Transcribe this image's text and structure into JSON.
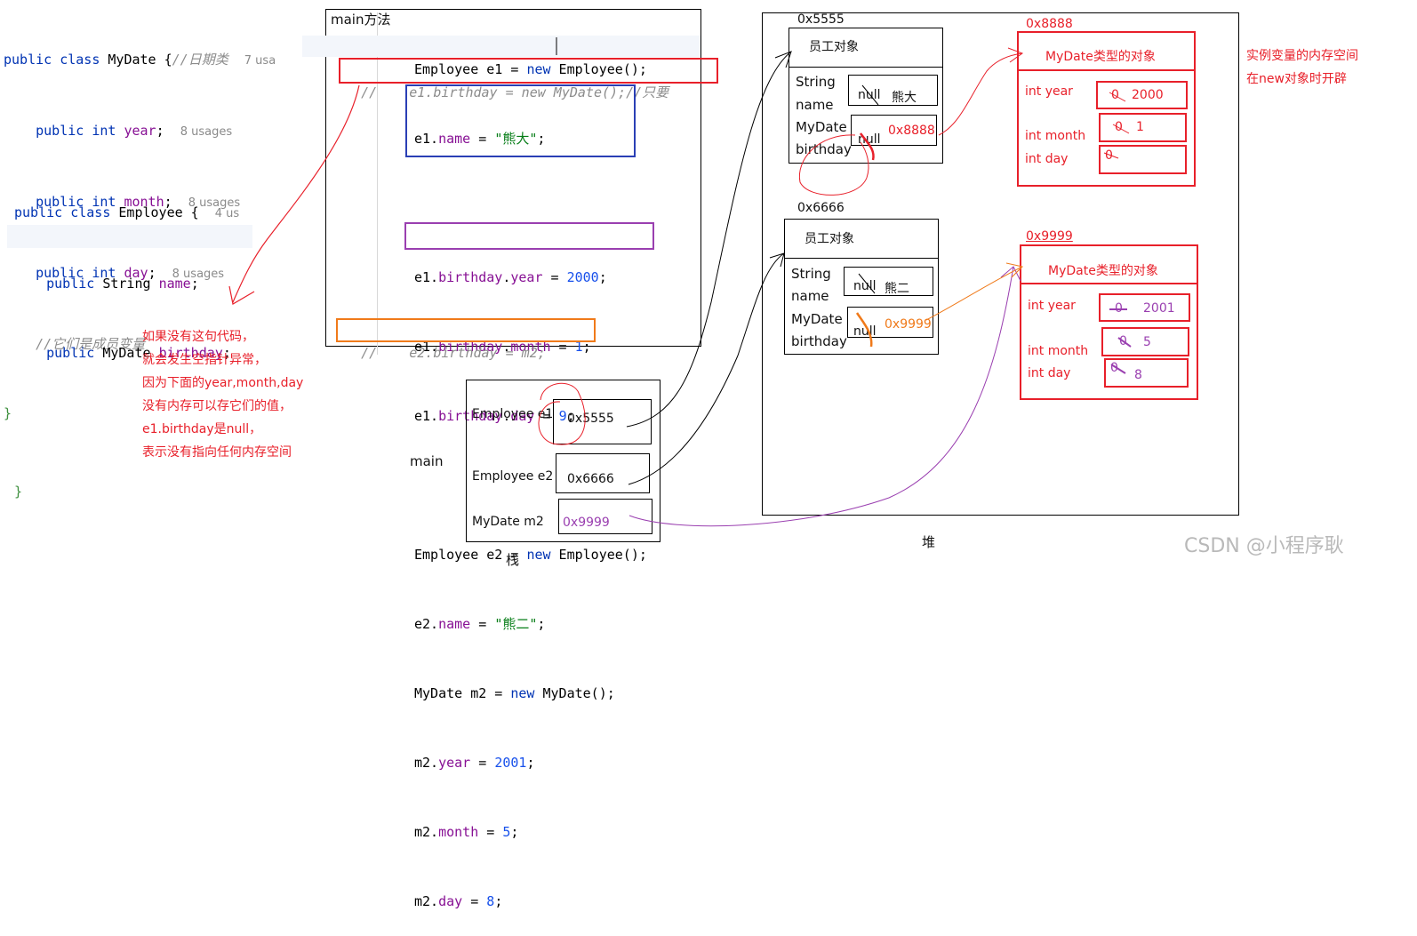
{
  "left_code": {
    "mydate": {
      "l1": [
        "public class ",
        "MyDate",
        " {",
        "//日期类",
        "7 usa"
      ],
      "l2": [
        "public int ",
        "year",
        ";",
        "8 usages"
      ],
      "l3": [
        "public int ",
        "month",
        ";",
        "8 usages"
      ],
      "l4": [
        "public int ",
        "day",
        ";",
        "8 usages"
      ],
      "l5": "//它们是成员变量",
      "l6": "}"
    },
    "employee": {
      "l1": [
        "public class ",
        "Employee",
        " {",
        "4 us"
      ],
      "l2": [
        "public ",
        "String ",
        "name",
        ";"
      ],
      "l3": [
        "public ",
        "MyDate ",
        "birthday",
        ";"
      ],
      "l4": "}"
    }
  },
  "main_method": {
    "title": "main方法",
    "lines": {
      "a1": [
        "Employee e1 = ",
        "new",
        " Employee();"
      ],
      "a2": [
        "e1.",
        "name",
        " = ",
        "\"熊大\"",
        ";"
      ],
      "a3": [
        "//",
        "e1.birthday = new MyDate();//只要"
      ],
      "a4": [
        "e1.",
        "birthday",
        ".",
        "year",
        " = ",
        "2000",
        ";"
      ],
      "a5": [
        "e1.",
        "birthday",
        ".",
        "month",
        " = ",
        "1",
        ";"
      ],
      "a6": [
        "e1.",
        "birthday",
        ".",
        "day",
        " = ",
        "9",
        ";"
      ],
      "b1": [
        "Employee e2 = ",
        "new",
        " Employee();"
      ],
      "b2": [
        "e2.",
        "name",
        " = ",
        "\"熊二\"",
        ";"
      ],
      "b3": [
        "MyDate ",
        "m2",
        " = ",
        "new",
        " MyDate();"
      ],
      "b4": [
        "m2.",
        "year",
        " = ",
        "2001",
        ";"
      ],
      "b5": [
        "m2.",
        "month",
        " = ",
        "5",
        ";"
      ],
      "b6": [
        "m2.",
        "day",
        " = ",
        "8",
        ";"
      ],
      "b7": [
        "//",
        "e2.birthday = m2;"
      ]
    }
  },
  "annotations": {
    "left_note": [
      "如果没有这句代码，",
      "就会发生空指针异常，",
      "因为下面的year,month,day",
      "没有内存可以存它们的值，",
      "e1.birthday是null，",
      "表示没有指向任何内存空间"
    ],
    "right_note": [
      "实例变量的内存空间",
      "在new对象时开辟"
    ]
  },
  "stack": {
    "frame_label": "main",
    "caption": "栈",
    "rows": [
      {
        "name": "Employee e1",
        "value": "0x5555"
      },
      {
        "name": "Employee e2",
        "value": "0x6666"
      },
      {
        "name": "MyDate m2",
        "value": "0x9999"
      }
    ]
  },
  "heap": {
    "caption": "堆",
    "emp1": {
      "addr": "0x5555",
      "title": "员工对象",
      "f1a": "String",
      "f1b": "name",
      "v1a": "null",
      "v1b": "熊大",
      "f2a": "MyDate",
      "f2b": "birthday",
      "v2a": "null",
      "v2b": "0x8888"
    },
    "emp2": {
      "addr": "0x6666",
      "title": "员工对象",
      "f1a": "String",
      "f1b": "name",
      "v1a": "null",
      "v1b": "熊二",
      "f2a": "MyDate",
      "f2b": "birthday",
      "v2a": "null",
      "v2b": "0x9999"
    },
    "date1": {
      "addr": "0x8888",
      "title": "MyDate类型的对象",
      "year": "int year",
      "month": "int month",
      "day": "int day",
      "y0": "0",
      "yv": "2000",
      "m0": "0",
      "mv": "1",
      "d0": "0",
      "dv": ""
    },
    "date2": {
      "addr": "0x9999",
      "title": "MyDate类型的对象",
      "year": "int year",
      "month": "int month",
      "day": "int day",
      "y0": "0",
      "yv": "2001",
      "m0": "0",
      "mv": "5",
      "d0": "0",
      "dv": "8"
    }
  },
  "watermark": "CSDN @小程序耿",
  "colors": {
    "red": "#e8202a",
    "blue": "#2a3fb5",
    "purple": "#9a3fb0",
    "orange": "#f07a1a"
  }
}
